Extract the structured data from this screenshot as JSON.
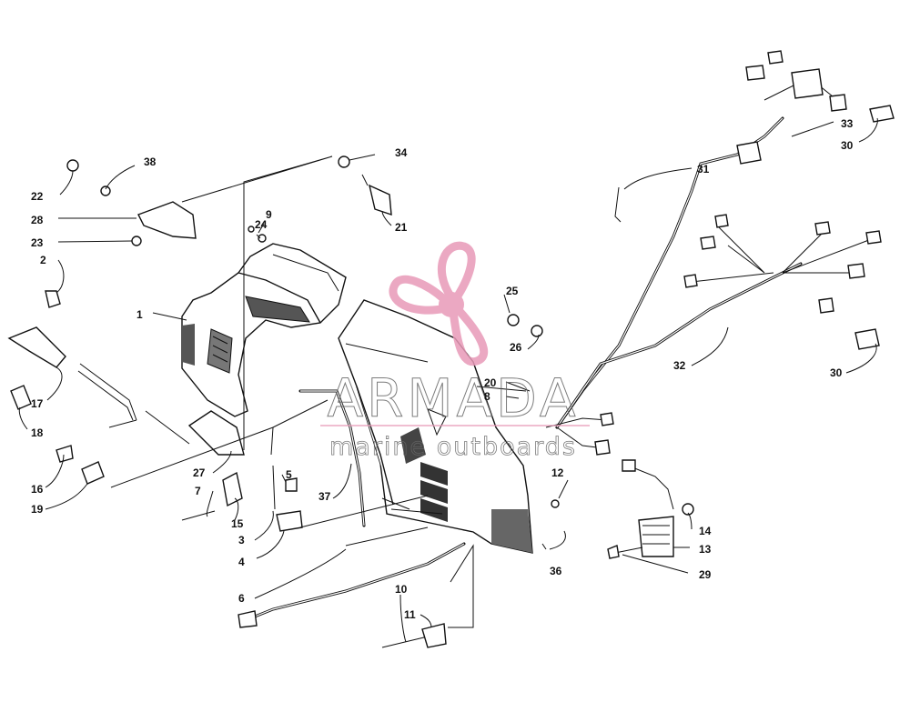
{
  "watermark": {
    "brand": "ARMADA",
    "tagline": "marine outboards",
    "colors": {
      "logo": "#e89ab8",
      "text": "#666666",
      "rule": "#e89ab8"
    }
  },
  "callouts": [
    "1",
    "2",
    "3",
    "4",
    "5",
    "6",
    "7",
    "8",
    "9",
    "10",
    "11",
    "12",
    "13",
    "14",
    "15",
    "16",
    "17",
    "18",
    "19",
    "20",
    "21",
    "22",
    "23",
    "24",
    "25",
    "26",
    "27",
    "28",
    "29",
    "30",
    "30",
    "31",
    "32",
    "33",
    "34",
    "36",
    "37",
    "38"
  ],
  "colors": {
    "ink": "#111111",
    "paper": "#ffffff"
  }
}
